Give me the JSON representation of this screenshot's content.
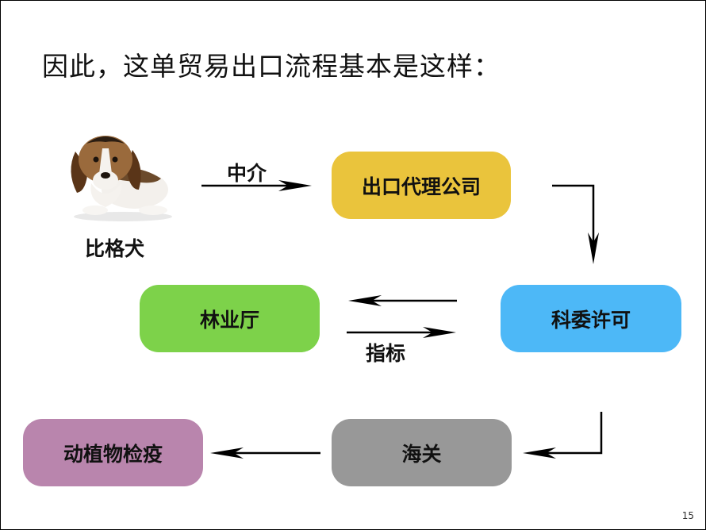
{
  "title": "因此，这单贸易出口流程基本是这样：",
  "page_number": "15",
  "dog": {
    "caption": "比格犬"
  },
  "arrow_labels": {
    "zhongjie": "中介",
    "zhibiao": "指标"
  },
  "nodes": {
    "export_agent": {
      "label": "出口代理公司",
      "color": "#EAC43C"
    },
    "keiwei": {
      "label": "科委许可",
      "color": "#4DB8F7"
    },
    "forestry": {
      "label": "林业厅",
      "color": "#7DD24A"
    },
    "customs": {
      "label": "海关",
      "color": "#989898"
    },
    "quarantine": {
      "label": "动植物检疫",
      "color": "#B985AD"
    }
  }
}
